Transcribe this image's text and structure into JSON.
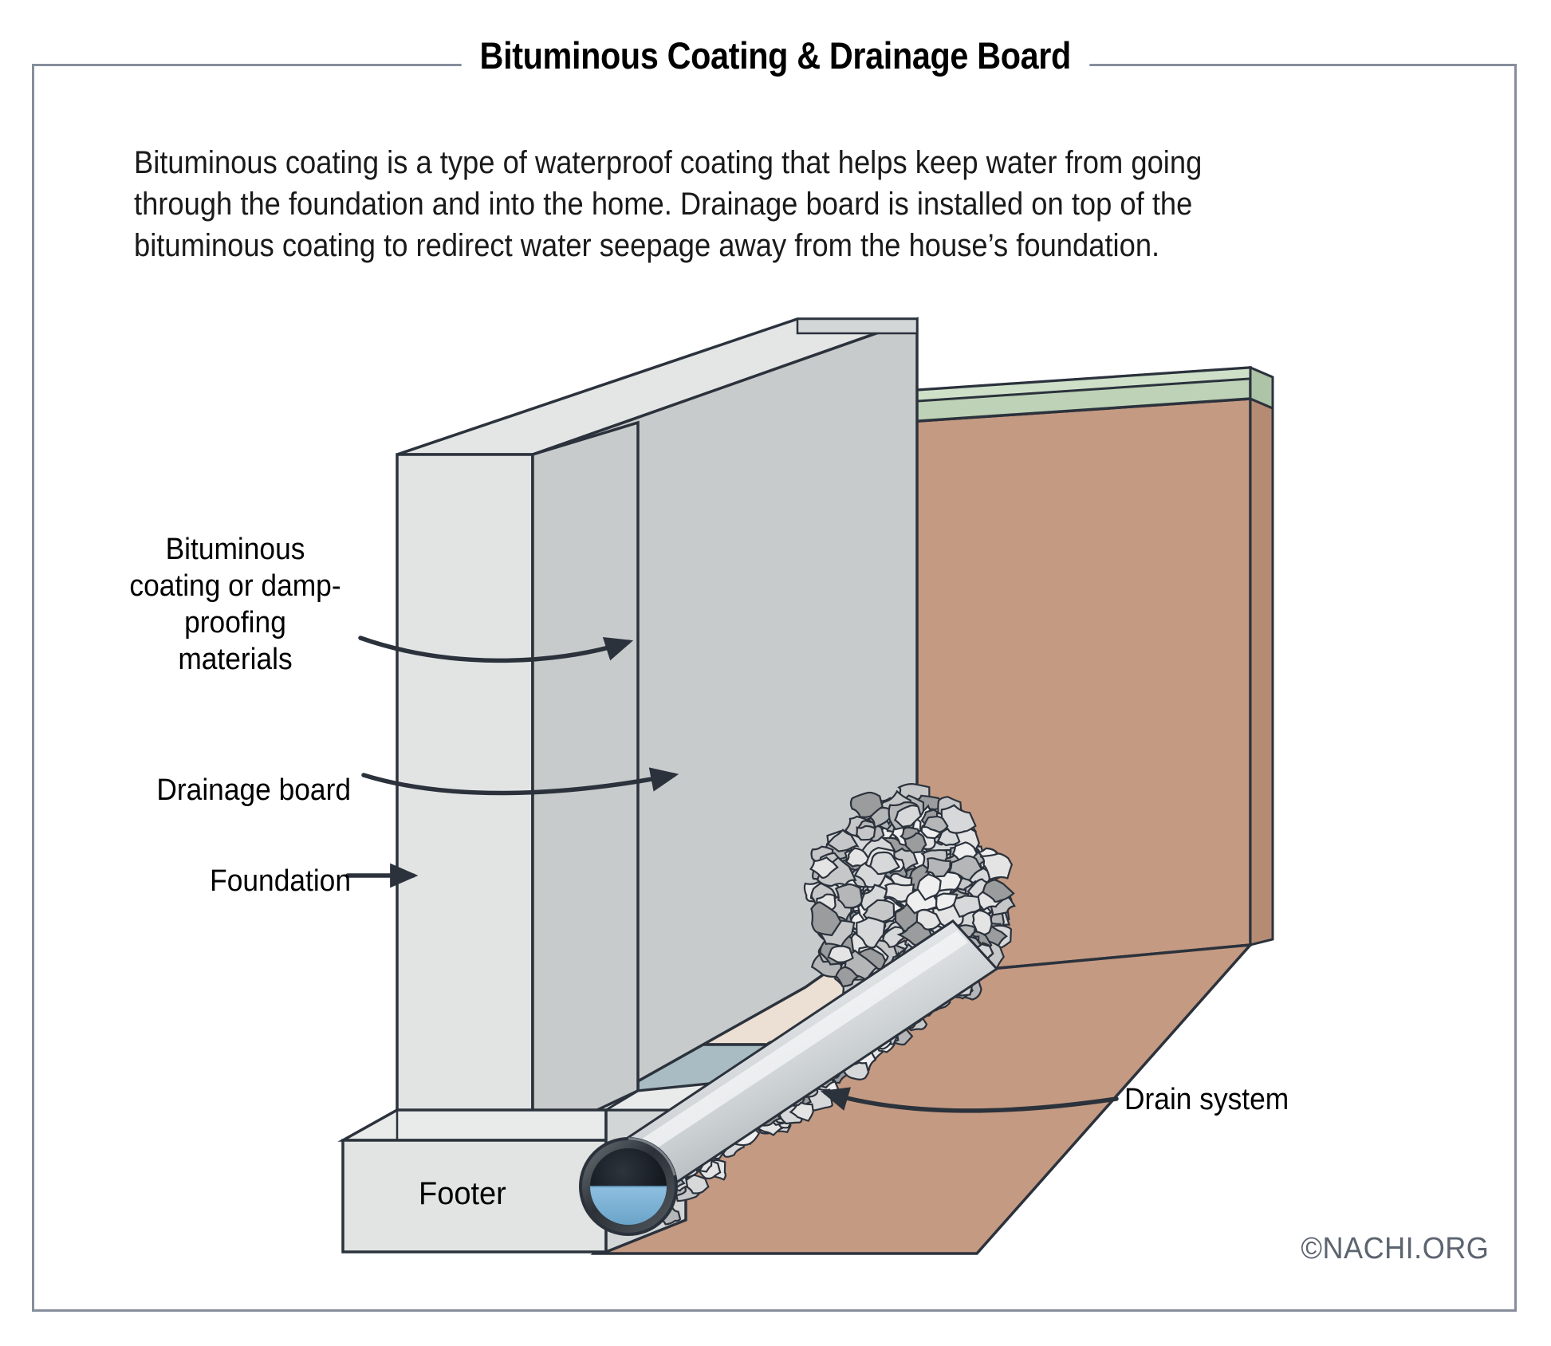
{
  "title": "Bituminous Coating & Drainage Board",
  "intro_text": "Bituminous coating is a type of waterproof coating that helps keep water from going through the foundation and into the home. Drainage board is installed on top of the bituminous coating to redirect water seepage away from the house’s foundation.",
  "labels": {
    "bituminous": "Bituminous coating or damp-proofing materials",
    "drainage_board": "Drainage board",
    "foundation": "Foundation",
    "drain_system": "Drain system",
    "footer": "Footer"
  },
  "copyright": "©NACHI.ORG",
  "colors": {
    "frame_border": "#868e9b",
    "title_rule": "#868e9b",
    "text": "#1a1a1a",
    "copyright": "#5c6470",
    "outline": "#2b323c",
    "foundation_front": "#e2e4e3",
    "foundation_top": "#e4e6e5",
    "foundation_side": "#c8cbcb",
    "bituminous_coating": "#8fa5b0",
    "bituminous_edge": "#a9bcc4",
    "drainage_board": "#ecdfd3",
    "drainage_board_side": "#e3d3c6",
    "footer_block": "#e2e4e3",
    "soil": "#c49a82",
    "soil_side": "#b68b73",
    "sod_green": "#bdd2b6",
    "sod_top": "#cfe0c9",
    "pipe_light": "#eef1f2",
    "pipe_mid": "#b8bec2",
    "pipe_dark": "#8d9498",
    "pipe_interior": "#1d2328",
    "water": "#7fb3d5",
    "gravel_light": "#e4e4e4",
    "gravel_mid": "#c6c7c8",
    "gravel_dark": "#9a9c9d"
  },
  "diagram_parts": [
    "foundation-wall",
    "bituminous-coating-layer",
    "drainage-board-layer",
    "footer-block",
    "soil-mass",
    "sod-layer",
    "gravel-bed",
    "perforated-drain-pipe"
  ]
}
